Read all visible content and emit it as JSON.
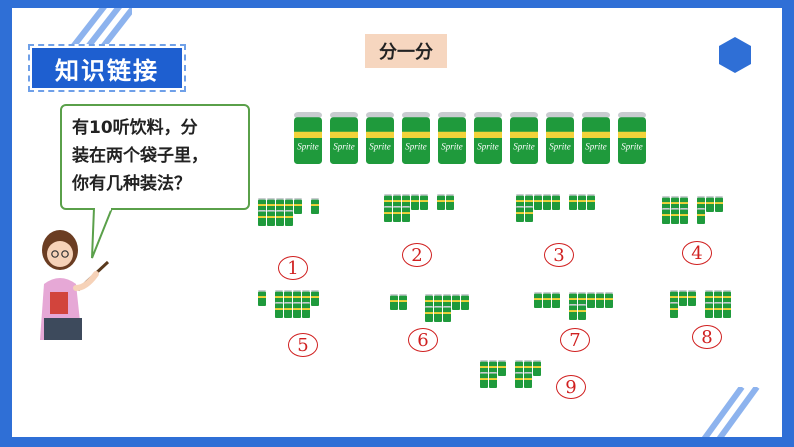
{
  "header": {
    "title": "知识链接",
    "tag": "分一分"
  },
  "speech": {
    "lines": [
      "有10听饮料，分",
      "装在两个袋子里，",
      "你有几种装法？"
    ]
  },
  "can": {
    "brand": "Sprite",
    "body_color": "#1f9a3c",
    "top_color": "#c9ccd0",
    "accent": "#f2d33a"
  },
  "options": [
    {
      "label": "1",
      "left_count": 9,
      "right_count": 1
    },
    {
      "label": "2",
      "left_count": 8,
      "right_count": 2
    },
    {
      "label": "3",
      "left_count": 7,
      "right_count": 3
    },
    {
      "label": "4",
      "left_count": 6,
      "right_count": 4
    },
    {
      "label": "5",
      "left_count": 1,
      "right_count": 9
    },
    {
      "label": "6",
      "left_count": 2,
      "right_count": 8
    },
    {
      "label": "7",
      "left_count": 3,
      "right_count": 7
    },
    {
      "label": "8",
      "left_count": 4,
      "right_count": 6
    },
    {
      "label": "9",
      "left_count": 5,
      "right_count": 5
    }
  ],
  "colors": {
    "frame": "#2f6fd6",
    "title_bg": "#1e5fd0",
    "tag_bg": "#f6d6bf",
    "bubble_border": "#5aa04a",
    "number_red": "#d02020"
  }
}
